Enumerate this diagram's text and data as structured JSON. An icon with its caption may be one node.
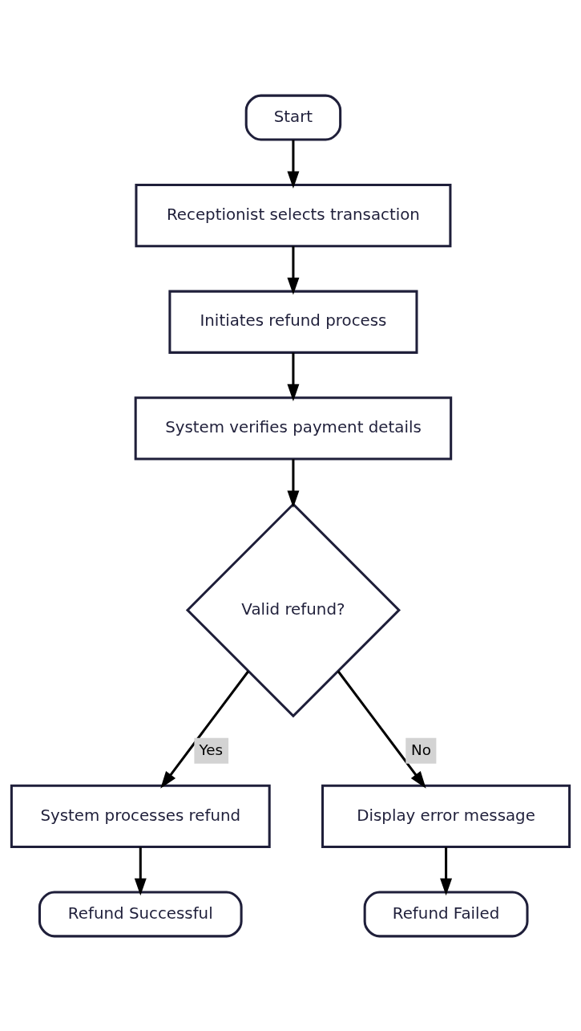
{
  "diagram": {
    "nodes": [
      {
        "text": [
          "Start"
        ]
      },
      {
        "text": [
          "Receptionist selects transaction"
        ]
      },
      {
        "text": [
          "Initiates refund process"
        ]
      },
      {
        "text": [
          "System verifies payment details"
        ]
      },
      {
        "text": [
          "Valid refund?"
        ]
      },
      {
        "text": [
          "System processes refund"
        ]
      },
      {
        "text": [
          "Display error message"
        ]
      },
      {
        "text": [
          "Refund Successful"
        ]
      },
      {
        "text": [
          "Refund Failed"
        ]
      }
    ],
    "edges": [
      {
        "from": 0,
        "to": 1,
        "arrow": "to"
      },
      {
        "from": 1,
        "to": 2,
        "arrow": "to"
      },
      {
        "from": 2,
        "to": 3,
        "arrow": "to"
      },
      {
        "from": 3,
        "to": 4,
        "arrow": "to"
      },
      {
        "from": 4,
        "to": 5,
        "arrow": "to",
        "label": "Yes"
      },
      {
        "from": 4,
        "to": 6,
        "arrow": "to",
        "label": "No"
      },
      {
        "from": 5,
        "to": 7,
        "arrow": "to"
      },
      {
        "from": 6,
        "to": 8,
        "arrow": "to"
      }
    ]
  }
}
